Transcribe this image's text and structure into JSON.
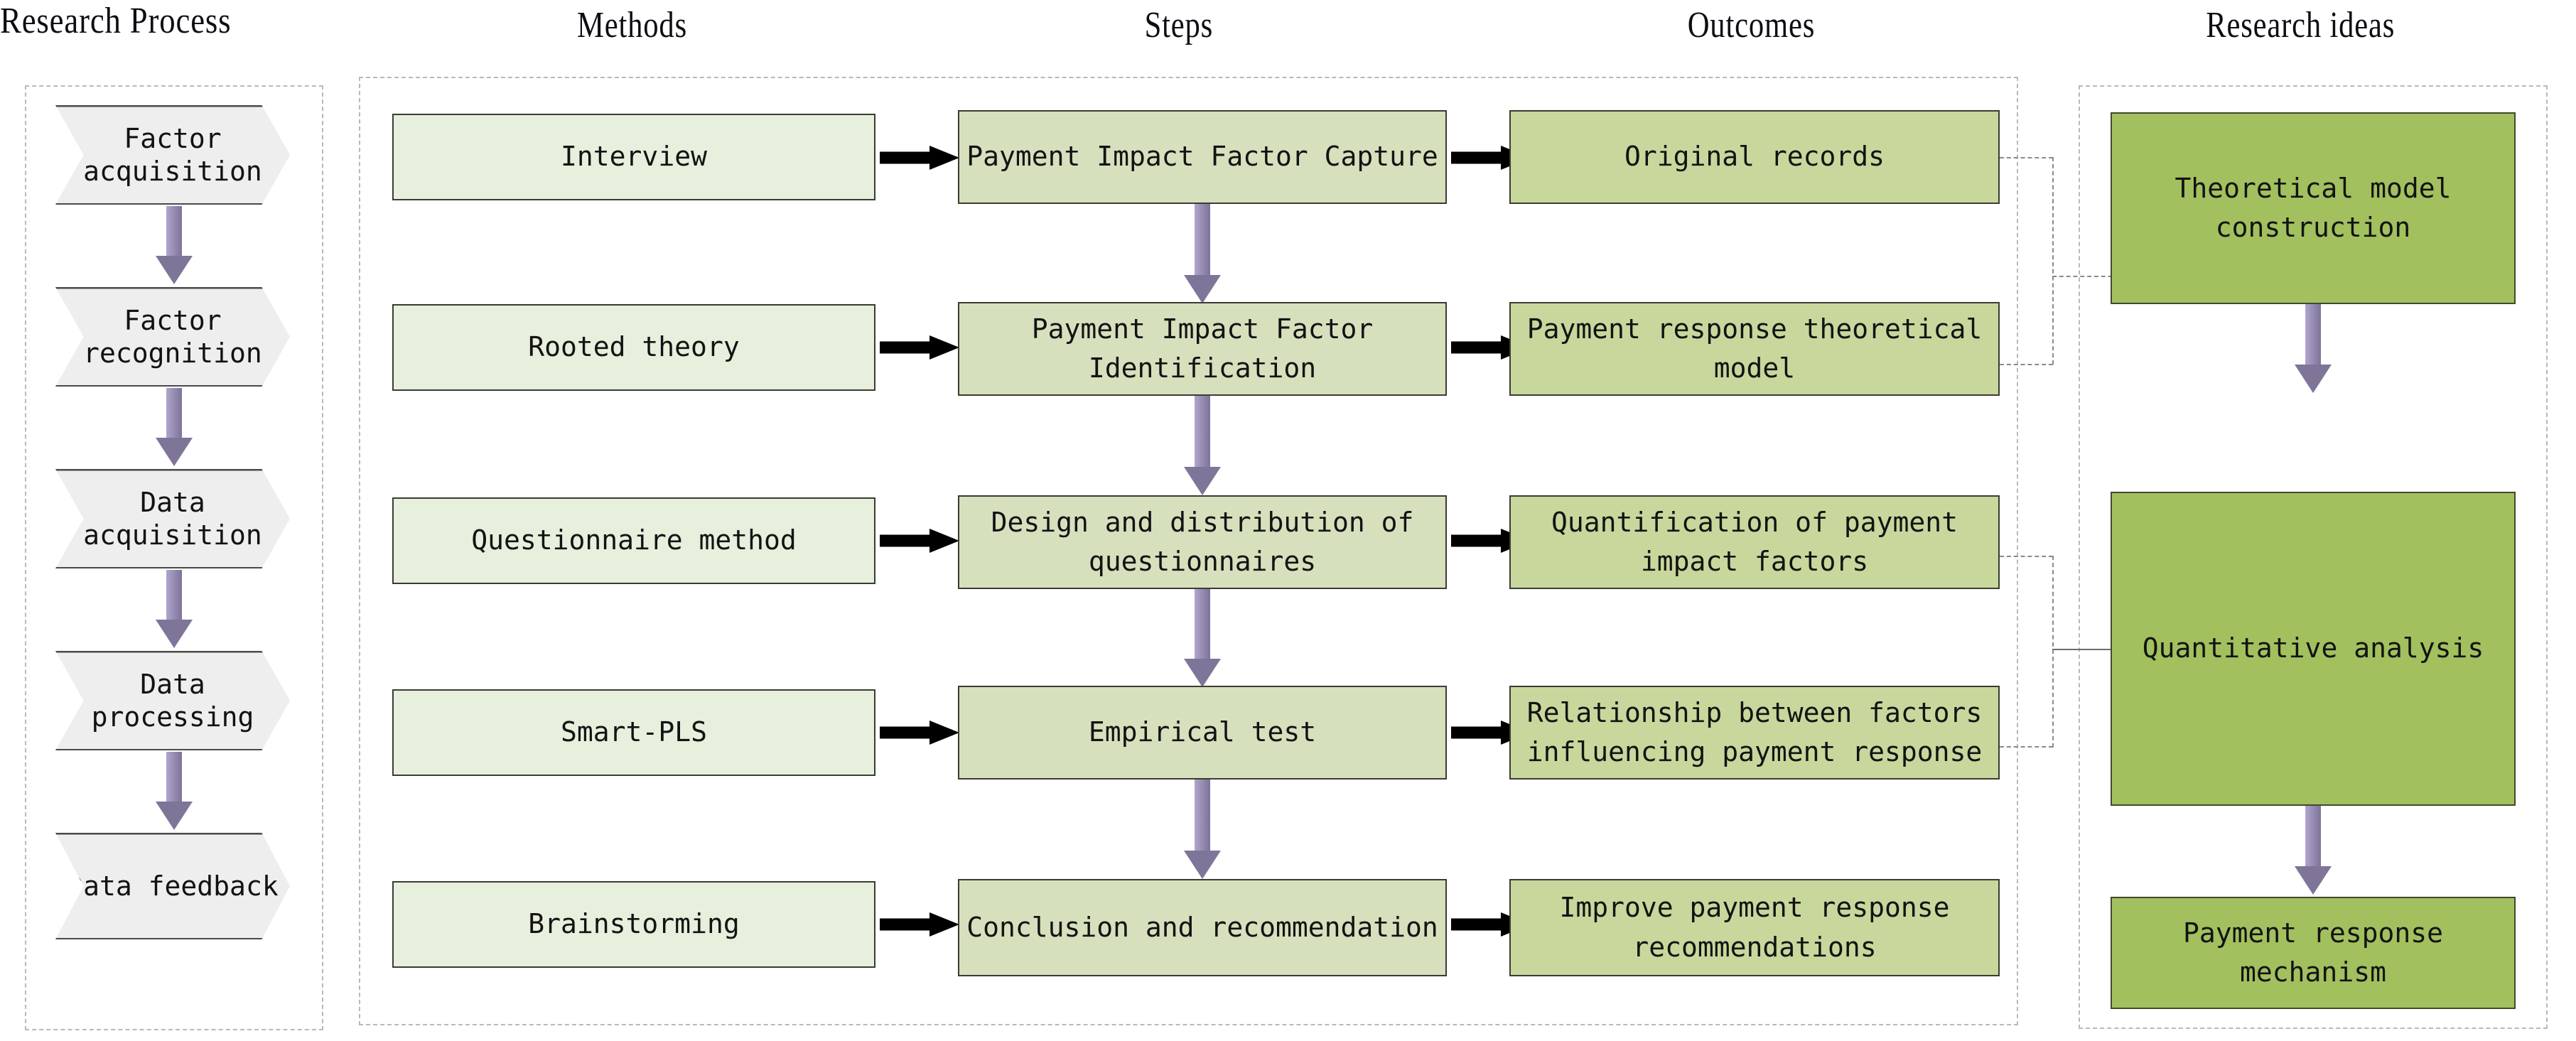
{
  "headers": [
    {
      "label": "Research Process"
    },
    {
      "label": "Methods"
    },
    {
      "label": "Steps"
    },
    {
      "label": "Outcomes"
    },
    {
      "label": "Research ideas"
    }
  ],
  "research_process": {
    "title": "Research Process",
    "steps": [
      {
        "label": "Factor acquisition"
      },
      {
        "label": "Factor recognition"
      },
      {
        "label": "Data acquisition"
      },
      {
        "label": "Data processing"
      },
      {
        "label": "Data feedback"
      }
    ]
  },
  "methods": {
    "title": "Methods",
    "items": [
      {
        "label": "Interview"
      },
      {
        "label": "Rooted theory"
      },
      {
        "label": "Questionnaire method"
      },
      {
        "label": "Smart-PLS"
      },
      {
        "label": "Brainstorming"
      }
    ]
  },
  "steps": {
    "title": "Steps",
    "items": [
      {
        "label": "Payment Impact Factor Capture"
      },
      {
        "label": "Payment Impact Factor Identification"
      },
      {
        "label": "Design and distribution of questionnaires"
      },
      {
        "label": "Empirical test"
      },
      {
        "label": "Conclusion and recommendation"
      }
    ]
  },
  "outcomes": {
    "title": "Outcomes",
    "items": [
      {
        "label": "Original records"
      },
      {
        "label": "Payment response theoretical model"
      },
      {
        "label": "Quantification of payment impact factors"
      },
      {
        "label": "Relationship between factors influencing payment response"
      },
      {
        "label": "Improve payment response recommendations"
      }
    ]
  },
  "research_ideas": {
    "title": "Research ideas",
    "items": [
      {
        "label": "Theoretical model construction"
      },
      {
        "label": "Quantitative analysis"
      },
      {
        "label": "Payment response mechanism"
      }
    ]
  },
  "colors": {
    "methods_fill": "#e7efdd",
    "steps_fill": "#d6e0bd",
    "outcomes_fill": "#c8d79c",
    "ideas_fill": "#a2c05e",
    "chevron_fill": "#eeeeee",
    "arrow_purple": "#7e7598",
    "arrow_black": "#000000",
    "dashed_border": "#b9b9b9"
  }
}
